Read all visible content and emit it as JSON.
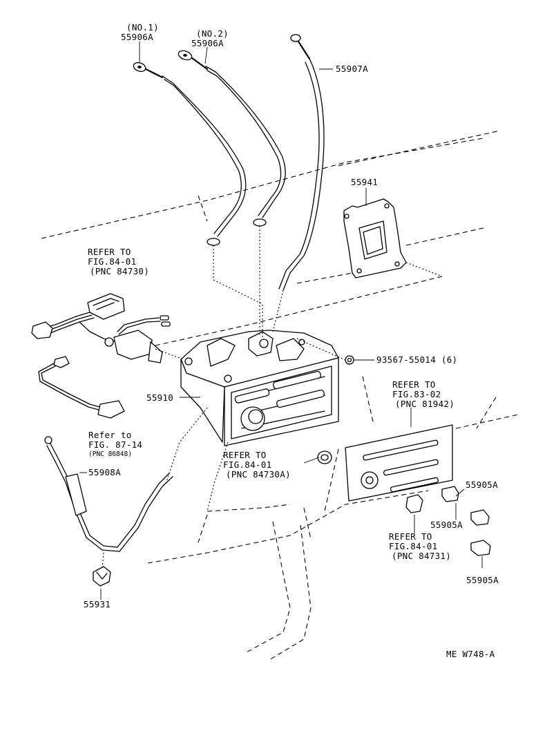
{
  "labels": {
    "p55906a_no1_qual": "(NO.1)",
    "p55906a_no1": "55906A",
    "p55906a_no2_qual": "(NO.2)",
    "p55906a_no2": "55906A",
    "p55907a": "55907A",
    "p55941": "55941",
    "ref1_line1": "REFER TO",
    "ref1_line2": "FIG.84-01",
    "ref1_line3": "(PNC 84730)",
    "p93567": "93567-55014 (6)",
    "ref2_line1": "REFER TO",
    "ref2_line2": "FIG.83-02",
    "ref2_line3": "(PNC 81942)",
    "p55910": "55910",
    "ref3_line1": "Refer to",
    "ref3_line2": "FIG. 87-14",
    "ref3_line3": "(PNC 86848)",
    "ref4_line1": "REFER TO",
    "ref4_line2": "FIG.84-01",
    "ref4_line3": "(PNC 84730A)",
    "p55908a": "55908A",
    "p55905a_a": "55905A",
    "p55905a_b": "55905A",
    "p55905a_c": "55905A",
    "ref5_line1": "REFER TO",
    "ref5_line2": "FIG.84-01",
    "ref5_line3": "(PNC 84731)",
    "p55931": "55931",
    "drawing_code": "ME W748-A"
  }
}
